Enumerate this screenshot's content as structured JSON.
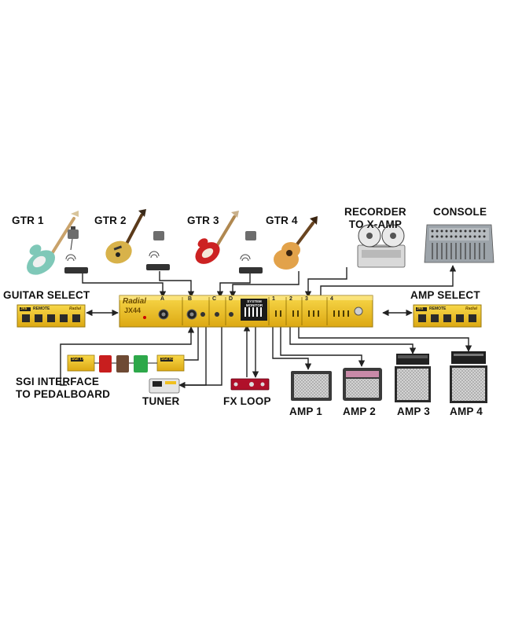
{
  "labels": {
    "gtr1": "GTR 1",
    "gtr2": "GTR 2",
    "gtr3": "GTR 3",
    "gtr4": "GTR 4",
    "recorder": [
      "RECORDER",
      "TO X-AMP"
    ],
    "console": "CONSOLE",
    "guitar_select": "GUITAR SELECT",
    "amp_select": "AMP SELECT",
    "sgi": [
      "SGI INTERFACE",
      "TO PEDALBOARD"
    ],
    "tuner": "TUNER",
    "fx_loop": "FX LOOP",
    "amp1": "AMP 1",
    "amp2": "AMP 2",
    "amp3": "AMP 3",
    "amp4": "AMP 4"
  },
  "device": {
    "brand": "Radial",
    "model": "JX44",
    "input_channels": [
      "A",
      "B",
      "C",
      "D"
    ],
    "output_channels": [
      "1",
      "2",
      "3",
      "4"
    ],
    "monitor_label": "SYSTEM MONITOR"
  },
  "remote": {
    "badge": "JR5",
    "text": "REMOTE",
    "brand": "Radial"
  },
  "sgi_units": {
    "tx": "SGI TX",
    "rx": "SGI RX"
  },
  "colors": {
    "device_yellow": "#f3c41c",
    "pedal_yellow": "#f0c020",
    "cable": "#222222",
    "fx_red": "#b0102a",
    "amp_dark": "#2b2b2b",
    "grille": "#cfcfcf",
    "label": "#111111"
  }
}
